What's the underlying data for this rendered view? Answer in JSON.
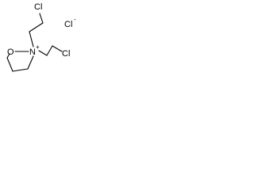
{
  "molecule": {
    "atoms": {
      "nitrogen": "N",
      "nitrogen_charge": "+",
      "oxygen": "O",
      "chlorine_top": "Cl",
      "chlorine_right": "Cl"
    },
    "counterion": {
      "label": "Cl",
      "charge": "-"
    }
  }
}
